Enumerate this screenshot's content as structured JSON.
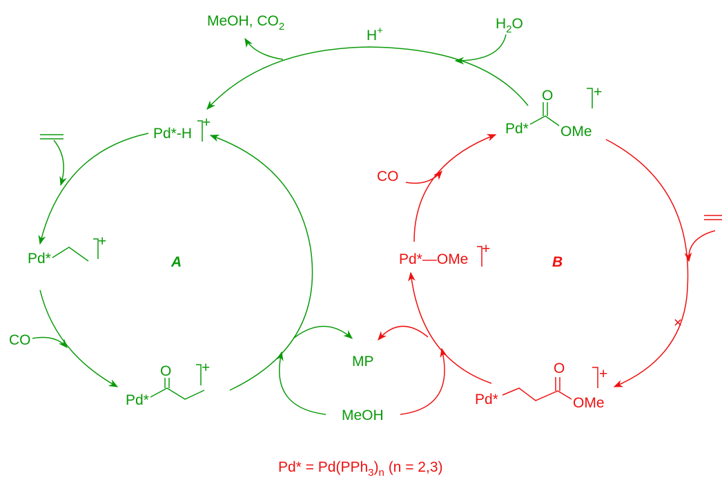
{
  "colors": {
    "cycle_a": "#0a9a0a",
    "cycle_b": "#ee1111"
  },
  "cycle_labels": {
    "a": "A",
    "b": "B"
  },
  "top": {
    "meoh_co2_left": "MeOH, CO",
    "meoh_co2_sub": "2",
    "h_plus": "H",
    "h_plus_sup": "+",
    "water_h": "H",
    "water_sub": "2",
    "water_o": "O"
  },
  "species_a": {
    "pd_h": "Pd*-H",
    "pd_ethyl": "Pd*",
    "co_in": "CO",
    "pd_acyl": "Pd*",
    "acyl_o": "O",
    "charge": "+"
  },
  "species_b": {
    "pd_ester": "Pd*",
    "ester_o": "O",
    "ester_ome": "OMe",
    "co_in": "CO",
    "pd_ome": "Pd*—OMe",
    "pd_alkyl": "Pd*",
    "alkyl_o": "O",
    "alkyl_ome": "OMe",
    "charge": "+",
    "blocked_mark": "×"
  },
  "center": {
    "product": "MP",
    "methanol": "MeOH"
  },
  "footnote": {
    "left": "Pd* = Pd(PPh",
    "sub3": "3",
    "mid": ")",
    "subn": "n",
    "right": "  (n = 2,3)"
  }
}
